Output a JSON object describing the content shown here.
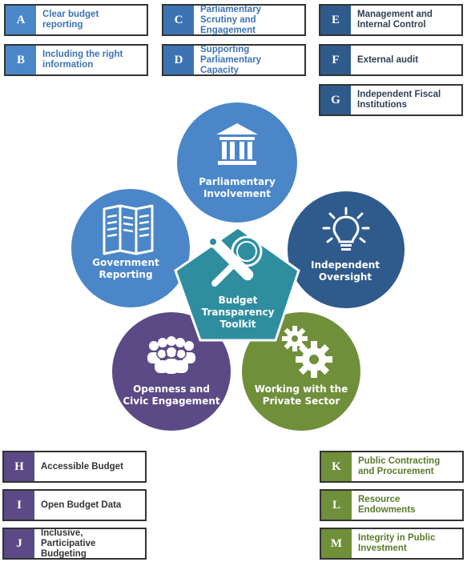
{
  "colors": {
    "blue_light": "#4a86c8",
    "blue_mid": "#3d73b3",
    "navy": "#2f5a8c",
    "green": "#6f8f3a",
    "purple": "#5b4a86",
    "teal": "#2e8ea0"
  },
  "top_tiles": [
    {
      "letter": "A",
      "label": "Clear budget reporting",
      "color": "#4a86c8",
      "text_color": "#3d73b3"
    },
    {
      "letter": "B",
      "label": "Including the right information",
      "color": "#4a86c8",
      "text_color": "#3d73b3"
    },
    {
      "letter": "C",
      "label": "Parliamentary Scrutiny and Engagement",
      "color": "#3d73b3",
      "text_color": "#3d73b3"
    },
    {
      "letter": "D",
      "label": "Supporting Parliamentary Capacity",
      "color": "#3d73b3",
      "text_color": "#3d73b3"
    },
    {
      "letter": "E",
      "label": "Management and Internal Control",
      "color": "#2f5a8c",
      "text_color": "#2f3f55"
    },
    {
      "letter": "F",
      "label": "External audit",
      "color": "#2f5a8c",
      "text_color": "#2f3f55"
    },
    {
      "letter": "G",
      "label": "Independent Fiscal Institutions",
      "color": "#2f5a8c",
      "text_color": "#2f3f55"
    }
  ],
  "bottom_tiles": [
    {
      "letter": "H",
      "label": "Accessible Budget",
      "color": "#5b4a86",
      "text_color": "#333333"
    },
    {
      "letter": "I",
      "label": "Open Budget Data",
      "color": "#5b4a86",
      "text_color": "#333333"
    },
    {
      "letter": "J",
      "label": "Inclusive, Participative Budgeting",
      "color": "#5b4a86",
      "text_color": "#333333"
    },
    {
      "letter": "K",
      "label": "Public Contracting and Procurement",
      "color": "#6f8f3a",
      "text_color": "#5a7a2a"
    },
    {
      "letter": "L",
      "label": "Resource Endowments",
      "color": "#6f8f3a",
      "text_color": "#5a7a2a"
    },
    {
      "letter": "M",
      "label": "Integrity in Public Investment",
      "color": "#6f8f3a",
      "text_color": "#5a7a2a"
    }
  ],
  "hub": {
    "center": "Budget Transparency Toolkit",
    "parliamentary": "Parliamentary Involvement",
    "oversight": "Independent Oversight",
    "private": "Working with the Private Sector",
    "civic": "Openness and Civic Engagement",
    "government": "Government Reporting"
  },
  "icons": [
    "parliament-icon",
    "lightbulb-icon",
    "gears-icon",
    "people-icon",
    "document-icon",
    "tools-icon"
  ]
}
